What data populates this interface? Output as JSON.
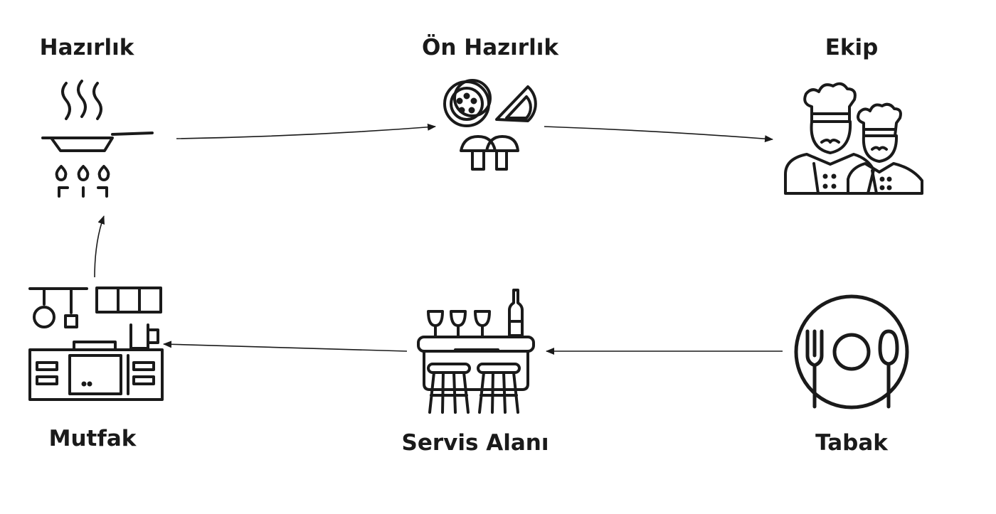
{
  "nodes": {
    "hazirlik": {
      "label": "Hazırlık",
      "icon": "frying-pan-stove-icon"
    },
    "on_hazirlik": {
      "label": "Ön Hazırlık",
      "icon": "vegetables-icon"
    },
    "ekip": {
      "label": "Ekip",
      "icon": "chefs-icon"
    },
    "tabak": {
      "label": "Tabak",
      "icon": "plate-cutlery-icon"
    },
    "servis_alani": {
      "label": "Servis Alanı",
      "icon": "bar-counter-icon"
    },
    "mutfak": {
      "label": "Mutfak",
      "icon": "kitchen-icon"
    }
  },
  "edges": [
    {
      "from": "hazirlik",
      "to": "on_hazirlik"
    },
    {
      "from": "on_hazirlik",
      "to": "ekip"
    },
    {
      "from": "tabak",
      "to": "servis_alani"
    },
    {
      "from": "servis_alani",
      "to": "mutfak"
    },
    {
      "from": "mutfak",
      "to": "hazirlik"
    }
  ],
  "colors": {
    "stroke": "#1a1a1a",
    "background": "#ffffff"
  }
}
